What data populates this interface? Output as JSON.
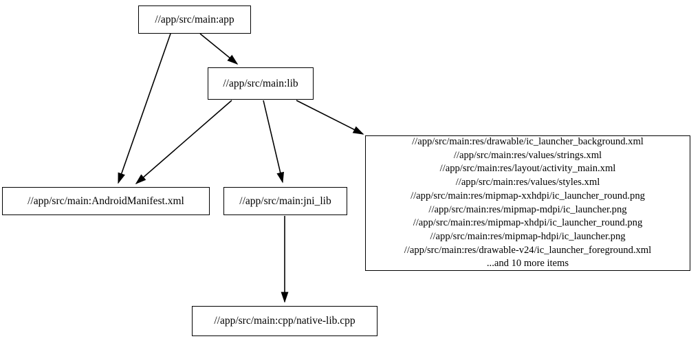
{
  "graph": {
    "type": "directed-dependency-graph",
    "nodes": [
      {
        "id": "app",
        "label": "//app/src/main:app"
      },
      {
        "id": "lib",
        "label": "//app/src/main:lib"
      },
      {
        "id": "manifest",
        "label": "//app/src/main:AndroidManifest.xml"
      },
      {
        "id": "jni_lib",
        "label": "//app/src/main:jni_lib"
      },
      {
        "id": "native_lib",
        "label": "//app/src/main:cpp/native-lib.cpp"
      },
      {
        "id": "res_files",
        "label": "//app/src/main:res/drawable/ic_launcher_background.xml\n//app/src/main:res/values/strings.xml\n//app/src/main:res/layout/activity_main.xml\n//app/src/main:res/values/styles.xml\n//app/src/main:res/mipmap-xxhdpi/ic_launcher_round.png\n//app/src/main:res/mipmap-mdpi/ic_launcher.png\n//app/src/main:res/mipmap-xhdpi/ic_launcher_round.png\n//app/src/main:res/mipmap-hdpi/ic_launcher.png\n//app/src/main:res/drawable-v24/ic_launcher_foreground.xml\n...and 10 more items",
        "lines": [
          "//app/src/main:res/drawable/ic_launcher_background.xml",
          "//app/src/main:res/values/strings.xml",
          "//app/src/main:res/layout/activity_main.xml",
          "//app/src/main:res/values/styles.xml",
          "//app/src/main:res/mipmap-xxhdpi/ic_launcher_round.png",
          "//app/src/main:res/mipmap-mdpi/ic_launcher.png",
          "//app/src/main:res/mipmap-xhdpi/ic_launcher_round.png",
          "//app/src/main:res/mipmap-hdpi/ic_launcher.png",
          "//app/src/main:res/drawable-v24/ic_launcher_foreground.xml",
          "...and 10 more items"
        ]
      }
    ],
    "edges": [
      {
        "from": "app",
        "to": "lib"
      },
      {
        "from": "app",
        "to": "manifest"
      },
      {
        "from": "lib",
        "to": "manifest"
      },
      {
        "from": "lib",
        "to": "jni_lib"
      },
      {
        "from": "lib",
        "to": "res_files"
      },
      {
        "from": "jni_lib",
        "to": "native_lib"
      }
    ],
    "colors": {
      "node_border": "#000000",
      "node_fill": "#ffffff",
      "edge": "#000000",
      "background": "#ffffff",
      "text": "#000000"
    }
  }
}
